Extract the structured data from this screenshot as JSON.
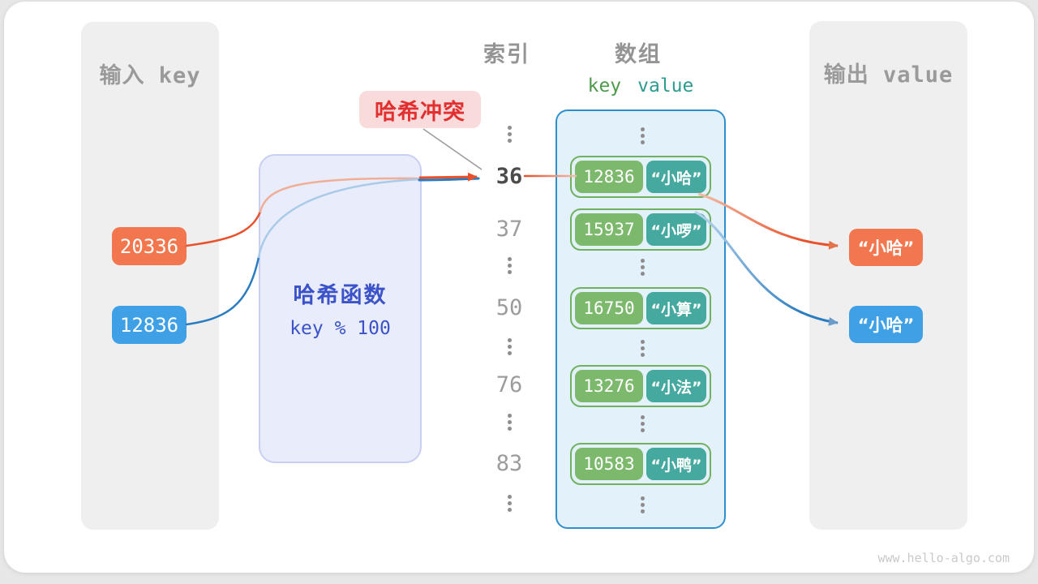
{
  "left_panel": {
    "title": "输入 key",
    "keys": [
      {
        "value": "20336",
        "color": "orange"
      },
      {
        "value": "12836",
        "color": "blue"
      }
    ]
  },
  "hash_box": {
    "title": "哈希函数",
    "formula": "key % 100"
  },
  "collision_label": "哈希冲突",
  "index_column": {
    "title": "索引",
    "values": [
      "36",
      "37",
      "50",
      "76",
      "83"
    ],
    "highlighted": "36"
  },
  "array": {
    "title": "数组",
    "key_header": "key",
    "value_header": "value",
    "rows": [
      {
        "key": "12836",
        "value": "“小哈”"
      },
      {
        "key": "15937",
        "value": "“小啰”"
      },
      {
        "key": "16750",
        "value": "“小算”"
      },
      {
        "key": "13276",
        "value": "“小法”"
      },
      {
        "key": "10583",
        "value": "“小鸭”"
      }
    ]
  },
  "right_panel": {
    "title": "输出 value",
    "outputs": [
      {
        "value": "“小哈”",
        "color": "orange"
      },
      {
        "value": "“小哈”",
        "color": "blue"
      }
    ]
  },
  "watermark": "www.hello-algo.com",
  "colors": {
    "input_orange": "#F2774E",
    "input_blue": "#3FA0E5",
    "arrow_orange": "#E8512B",
    "arrow_blue": "#2A7CC0",
    "key_green": "#7DB96D",
    "value_teal": "#45A9A0",
    "pair_border": "#6FB161",
    "array_border": "#2E8FCC",
    "array_bg": "#E3F1FB",
    "hash_bg": "#E9ECFB",
    "hash_border": "#C8CFF3",
    "hash_text": "#3B52C8",
    "collision_bg": "#F9DBDB",
    "collision_text": "#E23030",
    "panel_bg": "#EFEFEF",
    "muted_text": "#9A9A9A"
  }
}
